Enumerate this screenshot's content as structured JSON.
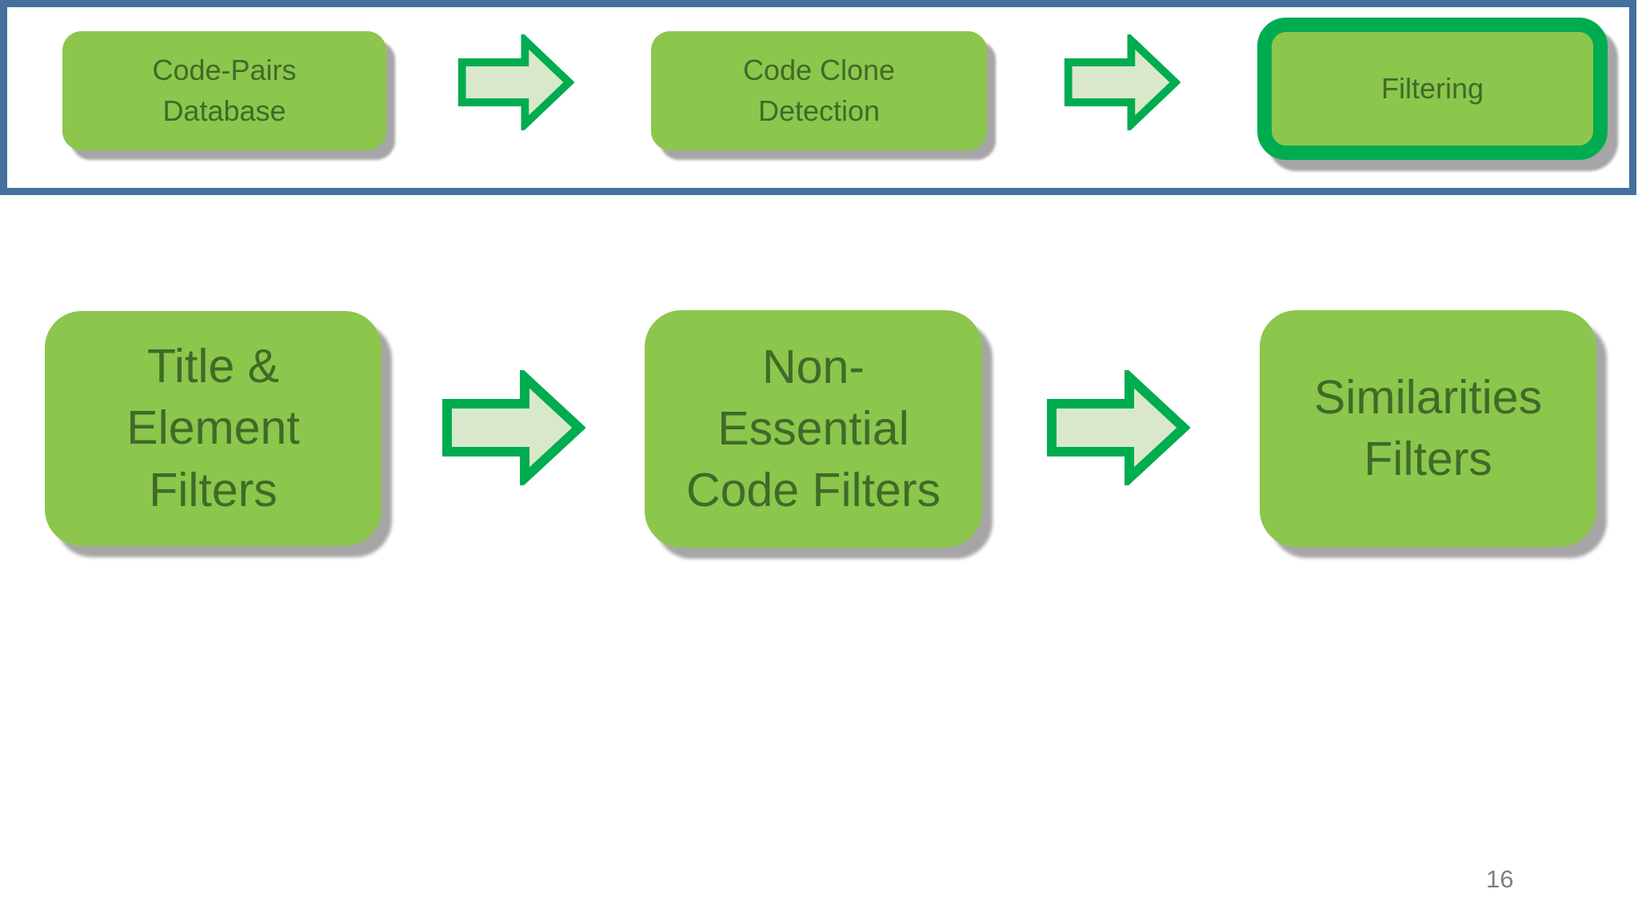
{
  "slide": {
    "page_number": "16",
    "colors": {
      "band_border": "#44719E",
      "box_fill": "#8CC64D",
      "box_text": "#3D6C27",
      "arrow_fill": "#D9E8CA",
      "arrow_stroke": "#00AC50",
      "highlight_border": "#00AC50",
      "shadow": "#A6A6A6",
      "page_number_text": "#7F7F7F"
    },
    "pipeline": {
      "steps": [
        {
          "name": "code-pairs-database",
          "label": [
            "Code-Pairs",
            "Database"
          ],
          "highlighted": false
        },
        {
          "name": "code-clone-detection",
          "label": [
            "Code Clone",
            "Detection"
          ],
          "highlighted": false
        },
        {
          "name": "filtering",
          "label": [
            "Filtering"
          ],
          "highlighted": true
        }
      ]
    },
    "filters": {
      "steps": [
        {
          "name": "title-element-filters",
          "label": [
            "Title &",
            "Element",
            "Filters"
          ]
        },
        {
          "name": "non-essential-code-filters",
          "label": [
            "Non-",
            "Essential",
            "Code Filters"
          ]
        },
        {
          "name": "similarities-filters",
          "label": [
            "Similarities",
            "Filters"
          ]
        }
      ]
    }
  }
}
